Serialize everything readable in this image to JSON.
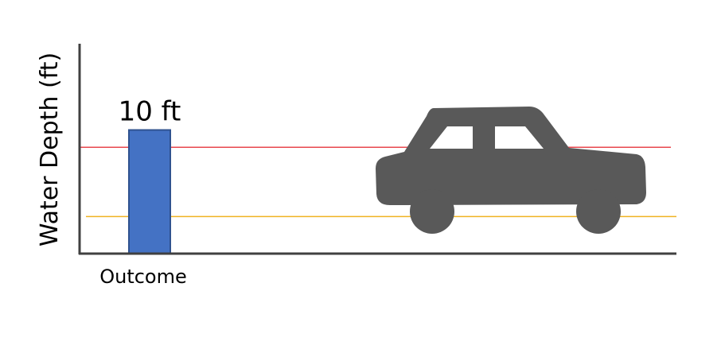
{
  "chart_data": {
    "type": "bar",
    "categories": [
      "Outcome"
    ],
    "values": [
      10
    ],
    "data_labels": [
      "10 ft"
    ],
    "ylabel": "Water Depth (ft)",
    "xlabel": "",
    "ylim": [
      0,
      20
    ],
    "grid": false,
    "reference_lines": [
      {
        "value": 8.6,
        "color": "#e8474e"
      },
      {
        "value": 3.0,
        "color": "#f0b323"
      }
    ],
    "colors": {
      "bar": "#4472c4",
      "bar_edge": "#2f528f",
      "axis": "#404040",
      "car": "#595959"
    },
    "icons": [
      "car-icon"
    ]
  }
}
